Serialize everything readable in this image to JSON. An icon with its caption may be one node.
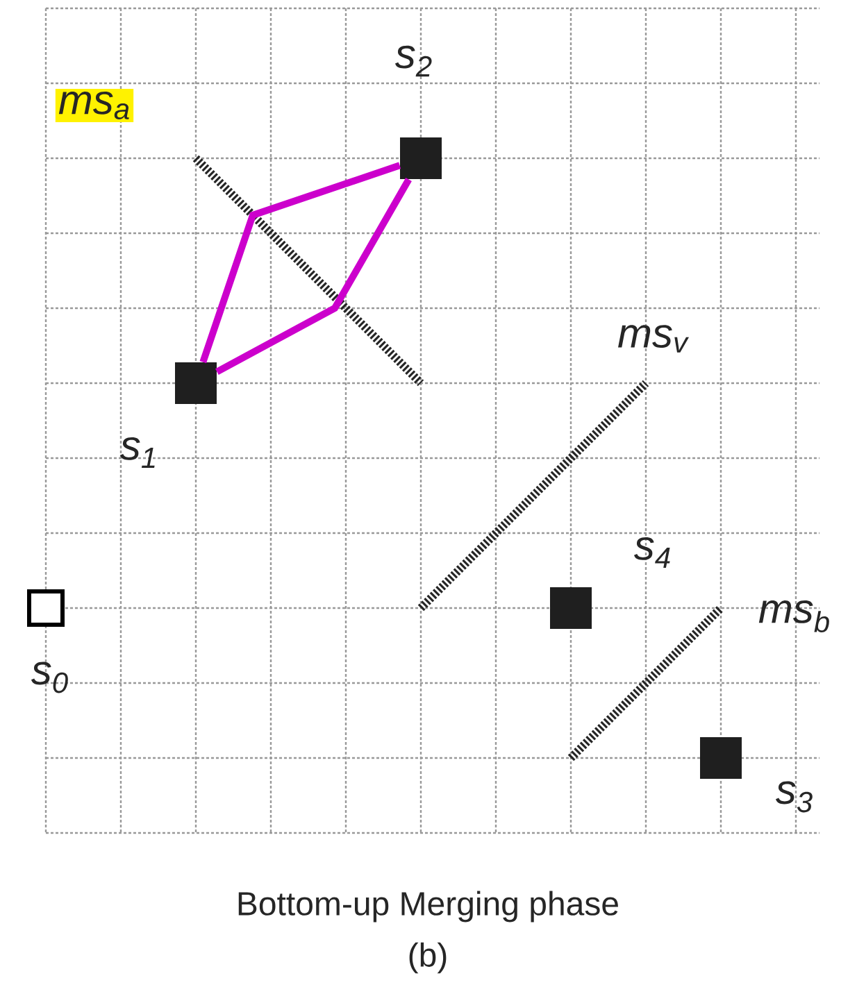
{
  "diagram": {
    "caption": "Bottom-up Merging phase",
    "nodes": [
      {
        "text": [],
        "shape": "box",
        "beside": [
          "s$_{2}$"
        ]
      },
      {
        "text": [],
        "shape": "box",
        "beside": [
          "s$_{1}$"
        ]
      },
      {
        "text": [],
        "shape": "box",
        "beside": [
          "s$_{0}$"
        ]
      },
      {
        "text": [],
        "shape": "box",
        "beside": [
          "s$_{4}$"
        ]
      },
      {
        "text": [],
        "shape": "box",
        "beside": [
          "s$_{3}$"
        ]
      }
    ],
    "edges": [
      {
        "from": 1,
        "to": 0,
        "arrow": "none"
      },
      {
        "from": 1,
        "to": 0,
        "arrow": "none"
      }
    ],
    "labels": [
      "ms$_{a}$",
      "ms$_{v}$",
      "ms$_{b}$",
      "(b)"
    ]
  }
}
